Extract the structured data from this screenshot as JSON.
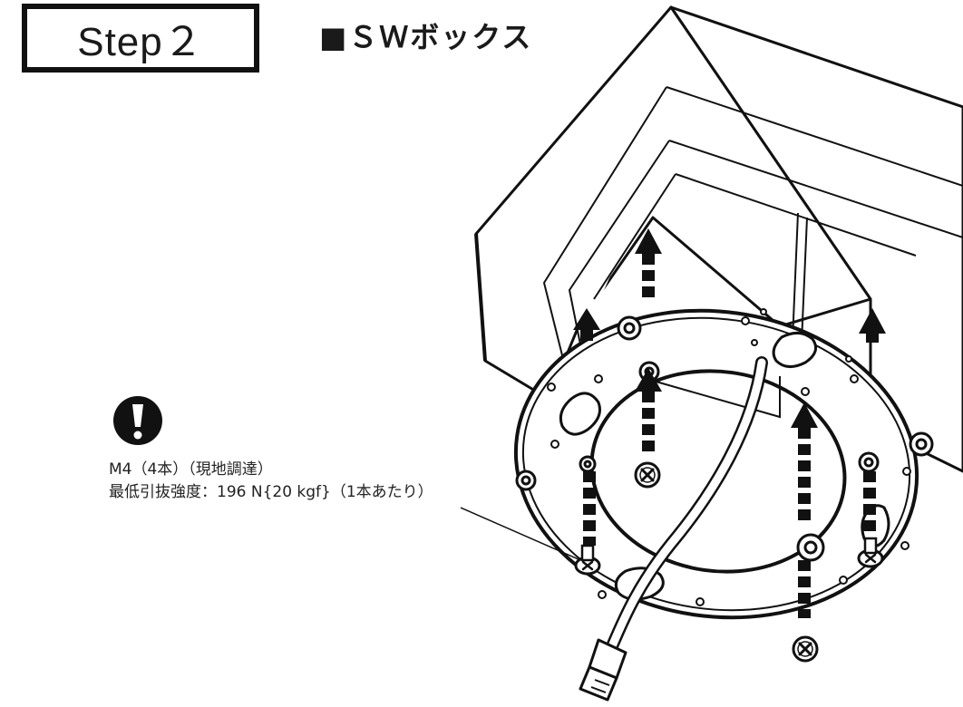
{
  "header": {
    "step_label": "Step２",
    "section_title": "■ＳＷボックス"
  },
  "note": {
    "line1": "M4（4本）（現地調達）",
    "line2": "最低引抜強度：196 N{20 kgf}（1本あたり）"
  },
  "icons": {
    "caution": "exclamation-circle-icon",
    "screw": "cross-screw-icon",
    "arrow": "dashed-up-arrow-icon"
  },
  "colors": {
    "ink": "#111111",
    "paper": "#ffffff"
  }
}
